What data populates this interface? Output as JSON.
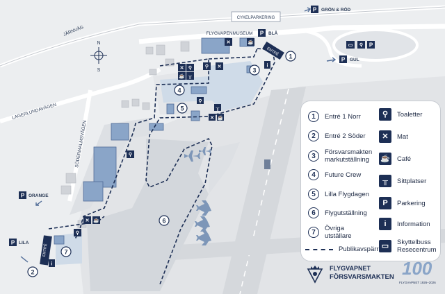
{
  "roads": {
    "jarnvag": "JÄRNVÄG",
    "lagerlund": "LAGERLUNDAVÄGEN",
    "sodermalm": "SÖDERMALMSVÄGEN",
    "cykelparkering": "CYKELPARKERING",
    "flygvapenmuseum": "FLYGVAPENMUSEUM"
  },
  "compass": {
    "north": "N",
    "south": "S"
  },
  "parking": {
    "gron_rod": "GRÖN & RÖD",
    "bla": "BLÅ",
    "gul": "GUL",
    "orange": "ORANGE",
    "lila": "LILA",
    "p_symbol": "P"
  },
  "entrances": {
    "norr_label": "ENTRÉ",
    "soder_label": "ENTRÉ"
  },
  "zones": [
    "1",
    "2",
    "3",
    "4",
    "5",
    "6",
    "7"
  ],
  "legend": {
    "numbered": [
      {
        "num": "1",
        "label": "Entré 1 Norr"
      },
      {
        "num": "2",
        "label": "Entré 2 Söder"
      },
      {
        "num": "3",
        "label": "Försvarsmakten markutställning"
      },
      {
        "num": "4",
        "label": "Future Crew"
      },
      {
        "num": "5",
        "label": "Lilla Flygdagen"
      },
      {
        "num": "6",
        "label": "Flygutställning"
      },
      {
        "num": "7",
        "label": "Övriga utställare"
      }
    ],
    "barrier": "Publikavspärrning",
    "icons": [
      {
        "icon": "toilet-icon",
        "label": "Toaletter"
      },
      {
        "icon": "food-icon",
        "label": "Mat"
      },
      {
        "icon": "cafe-icon",
        "label": "Café"
      },
      {
        "icon": "seating-icon",
        "label": "Sittplatser"
      },
      {
        "icon": "parking-icon",
        "label": "Parkering"
      },
      {
        "icon": "info-icon",
        "label": "Information"
      },
      {
        "icon": "shuttle-bus-icon",
        "label": "Skyttelbuss Resecentrum"
      }
    ]
  },
  "branding": {
    "line1": "FLYGVAPNET",
    "line2": "FÖRSVARSMAKTEN",
    "anniversary": "100",
    "anniversary_sub": "FLYGVAPNET 1926–2026"
  }
}
